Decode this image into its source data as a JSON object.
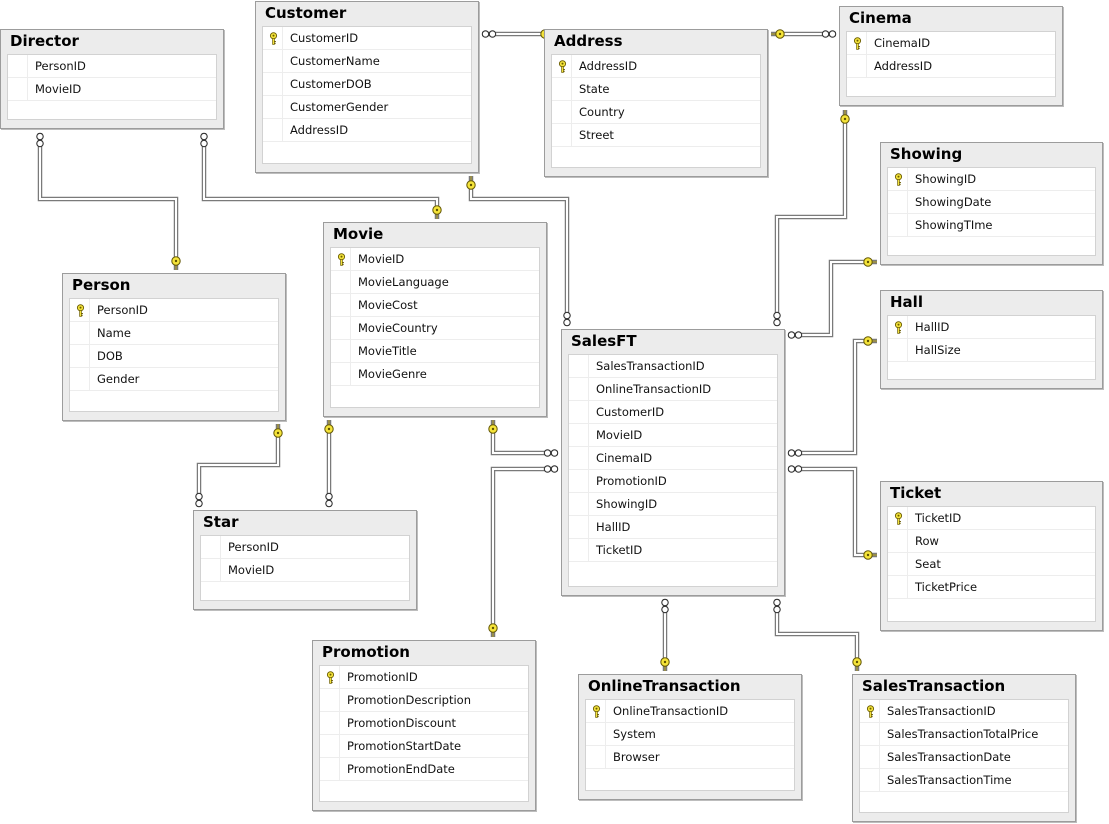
{
  "tables": {
    "customer": {
      "title": "Customer",
      "columns": [
        "CustomerID",
        "CustomerName",
        "CustomerDOB",
        "CustomerGender",
        "AddressID"
      ],
      "pk": [
        0
      ]
    },
    "director": {
      "title": "Director",
      "columns": [
        "PersonID",
        "MovieID"
      ],
      "pk": []
    },
    "address": {
      "title": "Address",
      "columns": [
        "AddressID",
        "State",
        "Country",
        "Street"
      ],
      "pk": [
        0
      ]
    },
    "cinema": {
      "title": "Cinema",
      "columns": [
        "CinemaID",
        "AddressID"
      ],
      "pk": [
        0
      ]
    },
    "showing": {
      "title": "Showing",
      "columns": [
        "ShowingID",
        "ShowingDate",
        "ShowingTIme"
      ],
      "pk": [
        0
      ]
    },
    "person": {
      "title": "Person",
      "columns": [
        "PersonID",
        "Name",
        "DOB",
        "Gender"
      ],
      "pk": [
        0
      ]
    },
    "movie": {
      "title": "Movie",
      "columns": [
        "MovieID",
        "MovieLanguage",
        "MovieCost",
        "MovieCountry",
        "MovieTitle",
        "MovieGenre"
      ],
      "pk": [
        0
      ]
    },
    "salesft": {
      "title": "SalesFT",
      "columns": [
        "SalesTransactionID",
        "OnlineTransactionID",
        "CustomerID",
        "MovieID",
        "CinemaID",
        "PromotionID",
        "ShowingID",
        "HallID",
        "TicketID"
      ],
      "pk": []
    },
    "hall": {
      "title": "Hall",
      "columns": [
        "HallID",
        "HallSize"
      ],
      "pk": [
        0
      ]
    },
    "star": {
      "title": "Star",
      "columns": [
        "PersonID",
        "MovieID"
      ],
      "pk": []
    },
    "ticket": {
      "title": "Ticket",
      "columns": [
        "TicketID",
        "Row",
        "Seat",
        "TicketPrice"
      ],
      "pk": [
        0
      ]
    },
    "promotion": {
      "title": "Promotion",
      "columns": [
        "PromotionID",
        "PromotionDescription",
        "PromotionDiscount",
        "PromotionStartDate",
        "PromotionEndDate"
      ],
      "pk": [
        0
      ]
    },
    "onlinetransaction": {
      "title": "OnlineTransaction",
      "columns": [
        "OnlineTransactionID",
        "System",
        "Browser"
      ],
      "pk": [
        0
      ]
    },
    "salestransaction": {
      "title": "SalesTransaction",
      "columns": [
        "SalesTransactionID",
        "SalesTransactionTotalPrice",
        "SalesTransactionDate",
        "SalesTransactionTime"
      ],
      "pk": [
        0
      ]
    }
  },
  "relationships": [
    {
      "from": "customer",
      "to": "address"
    },
    {
      "from": "cinema",
      "to": "address"
    },
    {
      "from": "director",
      "to": "person"
    },
    {
      "from": "director",
      "to": "movie"
    },
    {
      "from": "salesft",
      "to": "customer"
    },
    {
      "from": "salesft",
      "to": "cinema"
    },
    {
      "from": "salesft",
      "to": "showing"
    },
    {
      "from": "salesft",
      "to": "hall"
    },
    {
      "from": "salesft",
      "to": "ticket"
    },
    {
      "from": "salesft",
      "to": "movie"
    },
    {
      "from": "salesft",
      "to": "promotion"
    },
    {
      "from": "salesft",
      "to": "onlinetransaction"
    },
    {
      "from": "salesft",
      "to": "salestransaction"
    },
    {
      "from": "star",
      "to": "person"
    },
    {
      "from": "star",
      "to": "movie"
    }
  ]
}
